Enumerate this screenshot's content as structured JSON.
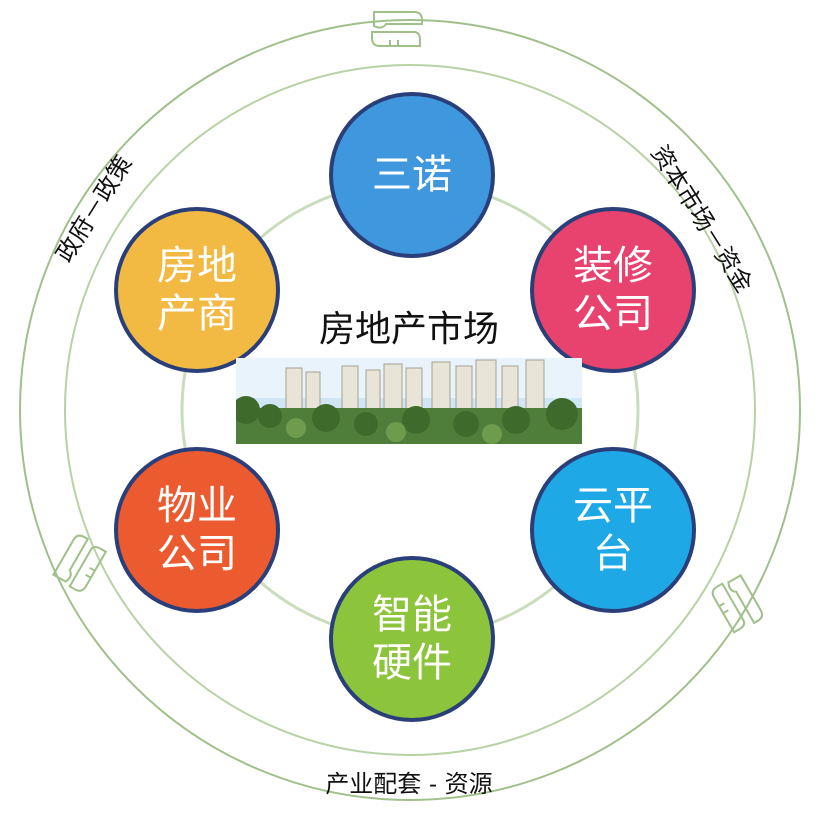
{
  "center": {
    "title": "房地产市场"
  },
  "nodes": [
    {
      "id": "sannuo",
      "lines": [
        "三诺"
      ],
      "color": "#3f97de"
    },
    {
      "id": "decoration",
      "lines": [
        "装修",
        "公司"
      ],
      "color": "#e8426e"
    },
    {
      "id": "cloud",
      "lines": [
        "云平",
        "台"
      ],
      "color": "#1fa8e6"
    },
    {
      "id": "hardware",
      "lines": [
        "智能",
        "硬件"
      ],
      "color": "#8cc43c"
    },
    {
      "id": "property",
      "lines": [
        "物业",
        "公司"
      ],
      "color": "#ec5b2f"
    },
    {
      "id": "developer",
      "lines": [
        "房地",
        "产商"
      ],
      "color": "#f2b943"
    }
  ],
  "ring_labels": {
    "left": "政府－政策",
    "right": "资本市场－资金",
    "bottom": "产业配套 - 资源"
  },
  "colors": {
    "ring": "#9fc08a",
    "node_border": "#2a3f7a"
  }
}
